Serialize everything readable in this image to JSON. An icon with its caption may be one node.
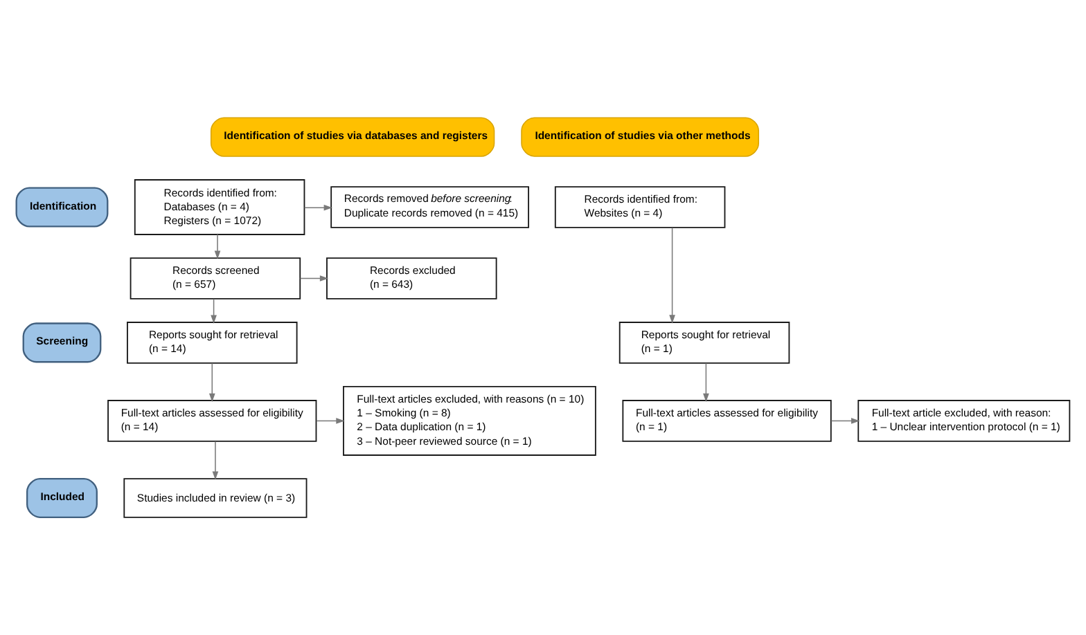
{
  "diagram": {
    "nodes": [
      {
        "text": [
          "Identification of studies via databases and registers"
        ]
      },
      {
        "text": [
          "Identification of studies via other methods"
        ]
      },
      {
        "text": [
          "Identification"
        ]
      },
      {
        "text": [
          "Records identified from:",
          "Databases (n = 4)",
          "Registers (n = 1072)"
        ]
      },
      {
        "text": [
          "Records removed *before screening*:",
          "Duplicate records removed (n = 415)"
        ]
      },
      {
        "text": [
          "Records identified from:",
          "Websites (n = 4)"
        ]
      },
      {
        "text": [
          "Screening"
        ]
      },
      {
        "text": [
          "Records screened",
          "(n = 657)"
        ]
      },
      {
        "text": [
          "Records excluded",
          "(n = 643)"
        ]
      },
      {
        "text": [
          "Reports sought for retrieval",
          "(n = 14)"
        ]
      },
      {
        "text": [
          "Reports sought for retrieval",
          "(n = 1)"
        ]
      },
      {
        "text": [
          "Full-text articles assessed for eligibility",
          "(n = 14)"
        ]
      },
      {
        "text": [
          "Full-text articles excluded, with reasons (n = 10)",
          "1 – Smoking (n = 8)",
          "2 – Data duplication (n = 1)",
          "3 – Not-peer reviewed source (n = 1)"
        ]
      },
      {
        "text": [
          "Full-text articles assessed for eligibility",
          "(n = 1)"
        ]
      },
      {
        "text": [
          "Full-text article excluded, with reason:",
          "1 – Unclear intervention protocol (n = 1)"
        ]
      },
      {
        "text": [
          "Included"
        ]
      },
      {
        "text": [
          "Studies included in review (n = 3)"
        ]
      }
    ],
    "edges": [
      {
        "from": 3,
        "to": 4,
        "arrow": "to"
      },
      {
        "from": 3,
        "to": 7,
        "arrow": "to"
      },
      {
        "from": 5,
        "to": 10,
        "arrow": "to"
      },
      {
        "from": 7,
        "to": 8,
        "arrow": "to"
      },
      {
        "from": 7,
        "to": 9,
        "arrow": "to"
      },
      {
        "from": 9,
        "to": 11,
        "arrow": "to"
      },
      {
        "from": 11,
        "to": 12,
        "arrow": "to"
      },
      {
        "from": 11,
        "to": 16,
        "arrow": "to"
      },
      {
        "from": 10,
        "to": 13,
        "arrow": "to"
      },
      {
        "from": 13,
        "to": 14,
        "arrow": "to"
      }
    ]
  }
}
